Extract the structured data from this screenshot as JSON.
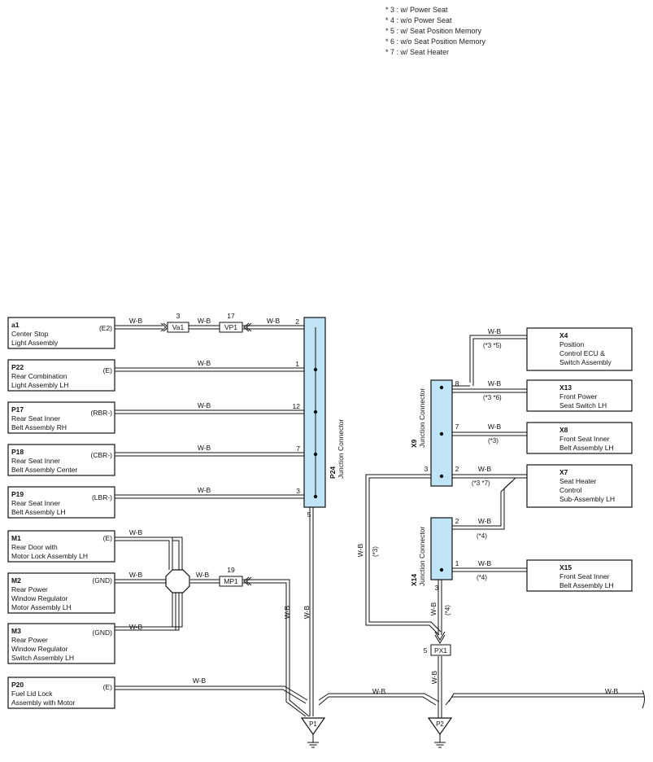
{
  "notes": [
    "* 3 : w/ Power Seat",
    "* 4 : w/o Power Seat",
    "* 5 : w/ Seat Position Memory",
    "* 6 : w/o Seat Position Memory",
    "* 7 : w/ Seat Heater"
  ],
  "left_components": [
    {
      "code": "a1",
      "name1": "Center Stop",
      "name2": "Light Assembly",
      "name3": "",
      "term": "(E2)"
    },
    {
      "code": "P22",
      "name1": "Rear Combination",
      "name2": "Light Assembly LH",
      "name3": "",
      "term": "(E)"
    },
    {
      "code": "P17",
      "name1": "Rear Seat Inner",
      "name2": "Belt Assembly RH",
      "name3": "",
      "term": "(RBR-)"
    },
    {
      "code": "P18",
      "name1": "Rear Seat Inner",
      "name2": "Belt Assembly Center",
      "name3": "",
      "term": "(CBR-)"
    },
    {
      "code": "P19",
      "name1": "Rear Seat Inner",
      "name2": "Belt Assembly LH",
      "name3": "",
      "term": "(LBR-)"
    },
    {
      "code": "M1",
      "name1": "Rear Door with",
      "name2": "Motor Lock Assembly LH",
      "name3": "",
      "term": "(E)"
    },
    {
      "code": "M2",
      "name1": "Rear Power",
      "name2": "Window Regulator",
      "name3": "Motor Assembly LH",
      "term": "(GND)"
    },
    {
      "code": "M3",
      "name1": "Rear Power",
      "name2": "Window Regulator",
      "name3": "Switch Assembly LH",
      "term": "(GND)"
    },
    {
      "code": "P20",
      "name1": "Fuel Lid Lock",
      "name2": "Assembly with Motor",
      "name3": "",
      "term": "(E)"
    }
  ],
  "right_components": [
    {
      "code": "X4",
      "name1": "Position",
      "name2": "Control ECU &",
      "name3": "Switch Assembly"
    },
    {
      "code": "X13",
      "name1": "Front Power",
      "name2": "Seat Switch LH",
      "name3": ""
    },
    {
      "code": "X8",
      "name1": "Front Seat Inner",
      "name2": "Belt Assembly LH",
      "name3": ""
    },
    {
      "code": "X7",
      "name1": "Seat Heater",
      "name2": "Control",
      "name3": "Sub-Assembly LH"
    },
    {
      "code": "X15",
      "name1": "Front Seat Inner",
      "name2": "Belt Assembly LH",
      "name3": ""
    }
  ],
  "connectors": {
    "p24": {
      "code": "P24",
      "name": "Junction Connector",
      "pins": [
        "2",
        "1",
        "12",
        "7",
        "3",
        "5"
      ]
    },
    "x9": {
      "code": "X9",
      "name": "Junction Connector",
      "pins": [
        "8",
        "7",
        "3",
        "2"
      ]
    },
    "x14": {
      "code": "X14",
      "name": "Junction Connector",
      "pins": [
        "2",
        "1",
        "3"
      ]
    },
    "va1": {
      "code": "Va1",
      "pin": "3"
    },
    "vp1": {
      "code": "VP1",
      "pin": "17"
    },
    "mp1": {
      "code": "MP1",
      "pin": "19"
    },
    "px1": {
      "code": "PX1",
      "pin": "5"
    }
  },
  "grounds": [
    "P1",
    "P2"
  ],
  "wire_color": "W-B",
  "conditions": {
    "x4": "(*3 *5)",
    "x13": "(*3 *6)",
    "x8": "(*3)",
    "x7": "(*3 *7)",
    "x14_2": "(*4)",
    "x15": "(*4)",
    "x9_3": "(*3)",
    "x14_3": "(*4)"
  },
  "colors": {
    "connector_fill": "#bfe4f5",
    "line": "#111111"
  }
}
